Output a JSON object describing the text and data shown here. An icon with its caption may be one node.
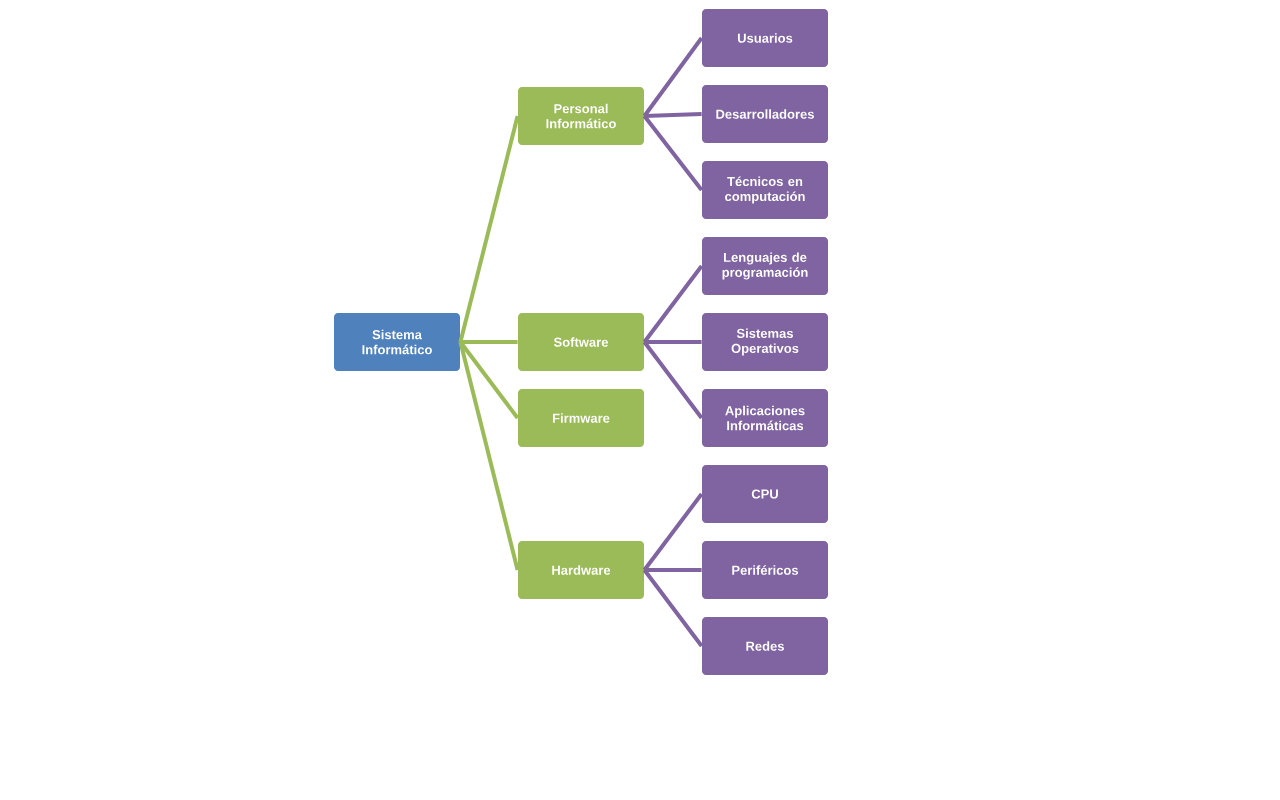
{
  "diagram": {
    "nodes": [
      {
        "text": [
          "Sistema Informático"
        ]
      },
      {
        "text": [
          "Personal Informático"
        ]
      },
      {
        "text": [
          "Software"
        ]
      },
      {
        "text": [
          "Firmware"
        ]
      },
      {
        "text": [
          "Hardware"
        ]
      },
      {
        "text": [
          "Usuarios"
        ]
      },
      {
        "text": [
          "Desarrolladores"
        ]
      },
      {
        "text": [
          "Técnicos en computación"
        ]
      },
      {
        "text": [
          "Lenguajes de programación"
        ]
      },
      {
        "text": [
          "Sistemas Operativos"
        ]
      },
      {
        "text": [
          "Aplicaciones Informáticas"
        ]
      },
      {
        "text": [
          "CPU"
        ]
      },
      {
        "text": [
          "Periféricos"
        ]
      },
      {
        "text": [
          "Redes"
        ]
      }
    ],
    "edges": [
      {
        "from": 0,
        "to": 1,
        "arrow": "none",
        "color": "#9bbb59"
      },
      {
        "from": 0,
        "to": 2,
        "arrow": "none",
        "color": "#9bbb59"
      },
      {
        "from": 0,
        "to": 3,
        "arrow": "none",
        "color": "#9bbb59"
      },
      {
        "from": 0,
        "to": 4,
        "arrow": "none",
        "color": "#9bbb59"
      },
      {
        "from": 1,
        "to": 5,
        "arrow": "none"
      },
      {
        "from": 1,
        "to": 6,
        "arrow": "none"
      },
      {
        "from": 1,
        "to": 7,
        "arrow": "none"
      },
      {
        "from": 2,
        "to": 8,
        "arrow": "none"
      },
      {
        "from": 2,
        "to": 9,
        "arrow": "none"
      },
      {
        "from": 2,
        "to": 10,
        "arrow": "none"
      },
      {
        "from": 4,
        "to": 11,
        "arrow": "none"
      },
      {
        "from": 4,
        "to": 12,
        "arrow": "none"
      },
      {
        "from": 4,
        "to": 13,
        "arrow": "none"
      }
    ]
  }
}
